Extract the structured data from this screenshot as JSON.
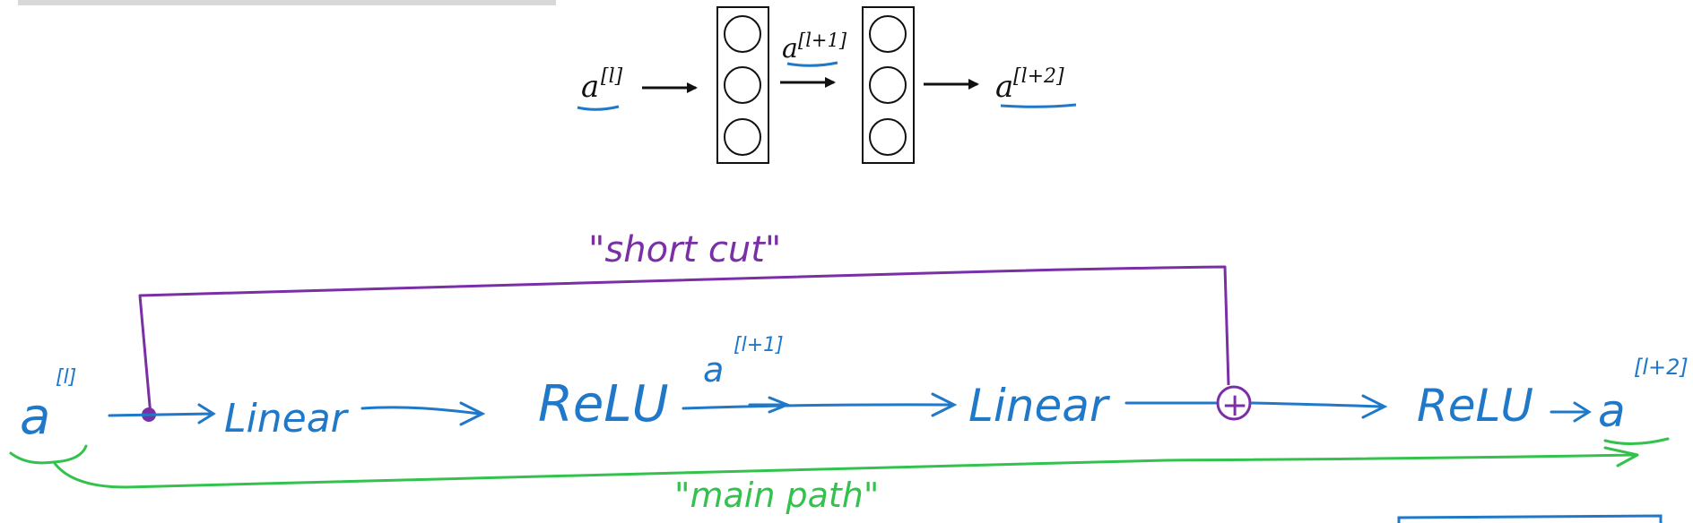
{
  "top_diagram": {
    "input_label": "a",
    "input_superscript": "[l]",
    "middle_label": "a",
    "middle_superscript": "[l+1]",
    "output_label": "a",
    "output_superscript": "[l+2]"
  },
  "bottom_diagram": {
    "shortcut_label": "\"short cut\"",
    "main_path_label": "\"main path\"",
    "input_label": "a",
    "input_superscript": "[l]",
    "linear_1": "Linear",
    "relu_1": "ReLU",
    "mid_label": "a",
    "mid_superscript": "[l+1]",
    "linear_2": "Linear",
    "plus_symbol": "+",
    "relu_2": "ReLU",
    "output_label": "a",
    "output_superscript": "[l+2]"
  },
  "colors": {
    "main_path": "#1f78c8",
    "shortcut": "#7b2fa6",
    "main_path_brace": "#33c24d",
    "box_outline": "#111111"
  }
}
